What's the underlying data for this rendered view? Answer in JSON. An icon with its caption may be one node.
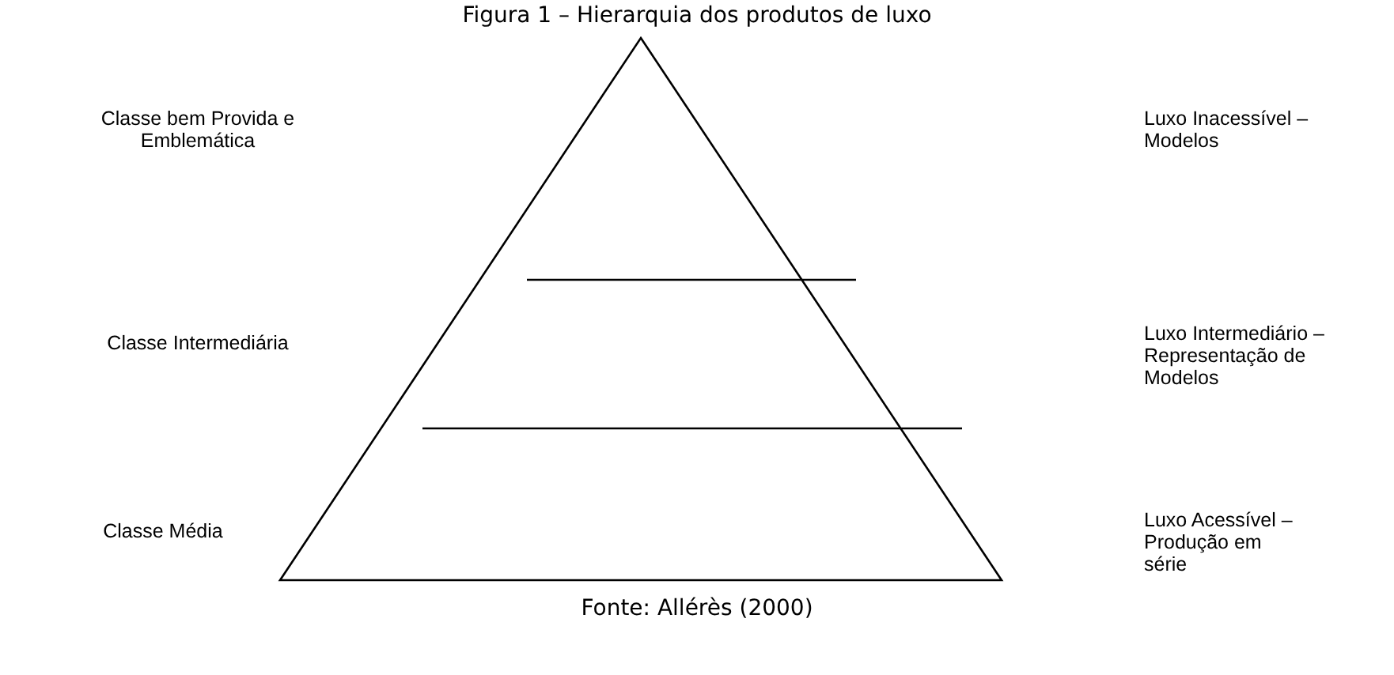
{
  "diagram": {
    "title": "Figura 1 – Hierarquia dos produtos de luxo",
    "caption": "Fonte: Allérès (2000)",
    "labels": [
      "Classe bem Provida e Emblemática",
      "Luxo Inacessível – Modelos",
      "Classe Intermediária",
      "Luxo Intermediário – Representação de Modelos",
      "Classe Média",
      "Luxo Acessível – Produção em série"
    ]
  }
}
